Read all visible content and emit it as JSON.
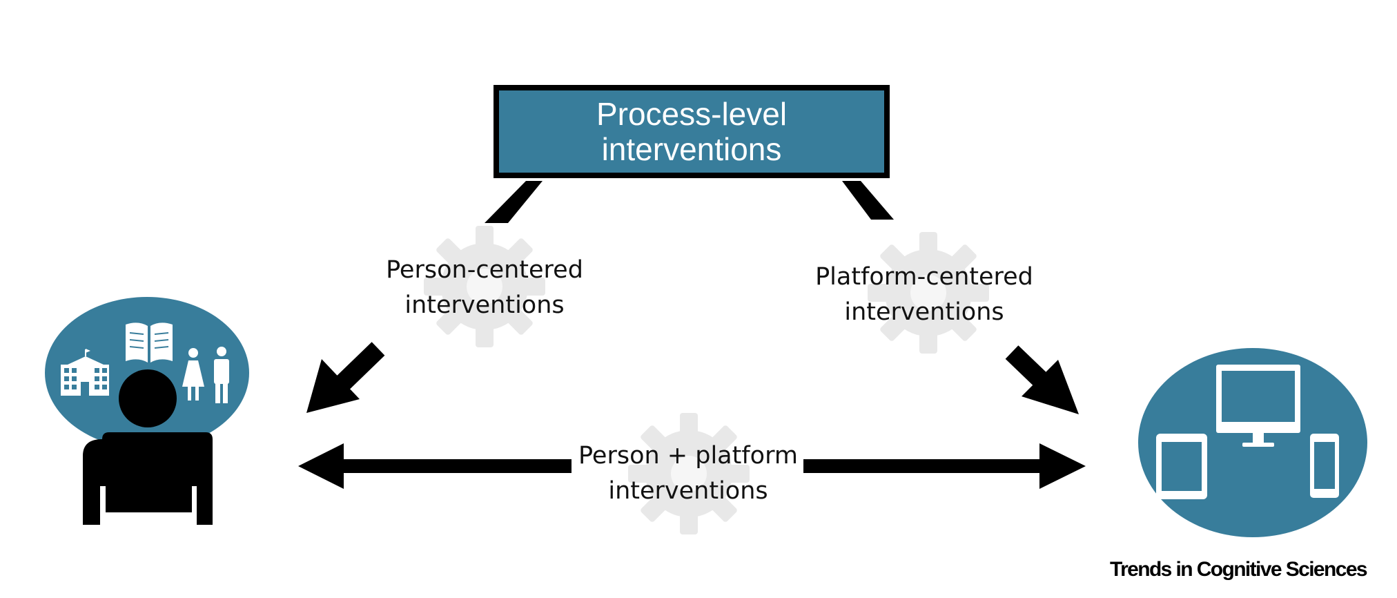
{
  "colors": {
    "teal": "#387d9b",
    "black": "#000000",
    "gear": "#e6e6e6",
    "white": "#ffffff"
  },
  "process_box": {
    "label_line1": "Process-level",
    "label_line2": "interventions"
  },
  "person_centered": {
    "line1": "Person-centered",
    "line2": "interventions"
  },
  "platform_centered": {
    "line1": "Platform-centered",
    "line2": "interventions"
  },
  "person_platform": {
    "line1": "Person + platform",
    "line2": "interventions"
  },
  "person_node": {
    "icons": [
      "school-building-icon",
      "open-book-icon",
      "woman-icon",
      "man-icon",
      "person-silhouette-icon"
    ]
  },
  "platform_node": {
    "icons": [
      "desktop-monitor-icon",
      "tablet-icon",
      "smartphone-icon"
    ]
  },
  "footer": {
    "journal": "Trends in Cognitive Sciences"
  }
}
